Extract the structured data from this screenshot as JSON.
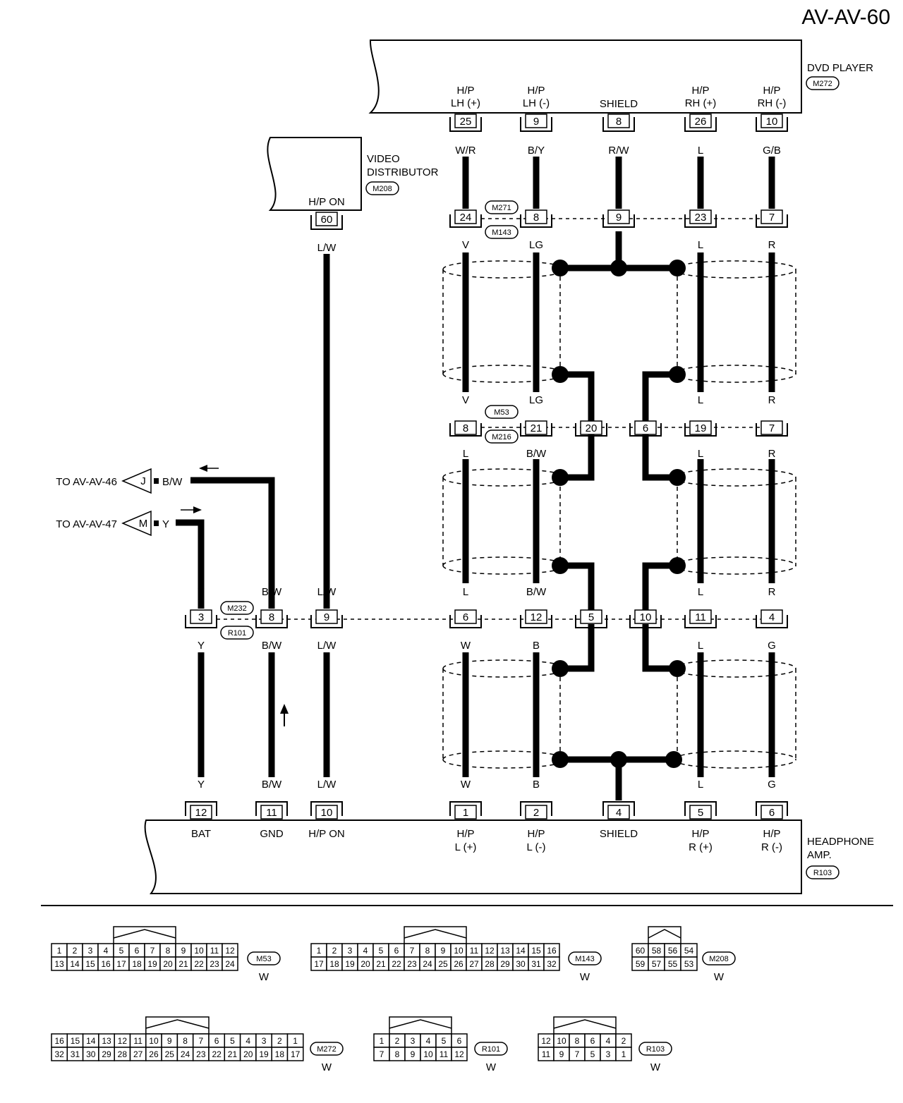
{
  "page_number": "AV-AV-60",
  "components": {
    "dvd_player": {
      "name": "DVD PLAYER",
      "connector": "M272"
    },
    "video_distributor": {
      "name_line1": "VIDEO",
      "name_line2": "DISTRIBUTOR",
      "connector": "M208",
      "pin_label": "H/P ON",
      "pin": "60"
    },
    "headphone_amp": {
      "name_line1": "HEADPHONE",
      "name_line2": "AMP.",
      "connector": "R103"
    }
  },
  "dvd_pins": [
    {
      "label1": "H/P",
      "label2": "LH (+)",
      "pin": "25",
      "wire": "W/R"
    },
    {
      "label1": "H/P",
      "label2": "LH (-)",
      "pin": "9",
      "wire": "B/Y"
    },
    {
      "label1": "",
      "label2": "SHIELD",
      "pin": "8",
      "wire": "R/W"
    },
    {
      "label1": "H/P",
      "label2": "RH (+)",
      "pin": "26",
      "wire": "L"
    },
    {
      "label1": "H/P",
      "label2": "RH (-)",
      "pin": "10",
      "wire": "G/B"
    }
  ],
  "vd_wire": "L/W",
  "j1": {
    "conn_top": "M271",
    "conn_bottom": "M143",
    "pins": [
      "24",
      "8",
      "9",
      "23",
      "7"
    ],
    "wires_below": [
      "V",
      "LG",
      "L",
      "R"
    ]
  },
  "j2": {
    "conn_top": "M53",
    "conn_bottom": "M216",
    "wires_above": [
      "V",
      "LG",
      "L",
      "R"
    ],
    "pins": [
      "8",
      "21",
      "20",
      "6",
      "19",
      "7"
    ],
    "wires_below": [
      "L",
      "B/W",
      "L",
      "R"
    ]
  },
  "j3": {
    "conn_top": "M232",
    "conn_bottom": "R101",
    "wires_above": [
      "Y",
      "B/W",
      "L/W",
      "L",
      "B/W",
      "L",
      "R"
    ],
    "pins": [
      "3",
      "8",
      "9",
      "6",
      "12",
      "5",
      "10",
      "11",
      "4"
    ],
    "wires_below": [
      "Y",
      "B/W",
      "L/W",
      "W",
      "B",
      "L",
      "G"
    ]
  },
  "amp_wires": [
    "Y",
    "B/W",
    "L/W",
    "W",
    "B",
    "L",
    "G"
  ],
  "amp_pins": [
    {
      "pin": "12",
      "label1": "BAT",
      "label2": ""
    },
    {
      "pin": "11",
      "label1": "GND",
      "label2": ""
    },
    {
      "pin": "10",
      "label1": "H/P ON",
      "label2": ""
    },
    {
      "pin": "1",
      "label1": "H/P",
      "label2": "L (+)"
    },
    {
      "pin": "2",
      "label1": "H/P",
      "label2": "L (-)"
    },
    {
      "pin": "4",
      "label1": "SHIELD",
      "label2": ""
    },
    {
      "pin": "5",
      "label1": "H/P",
      "label2": "R (+)"
    },
    {
      "pin": "6",
      "label1": "H/P",
      "label2": "R (-)"
    }
  ],
  "offpage": [
    {
      "text": "TO AV-AV-46",
      "letter": "J",
      "wire": "B/W"
    },
    {
      "text": "TO AV-AV-47",
      "letter": "M",
      "wire": "Y"
    }
  ],
  "connector_tables": [
    {
      "id": "M53",
      "color": "W",
      "rows": [
        [
          "1",
          "2",
          "3",
          "4",
          "5",
          "6",
          "7",
          "8",
          "9",
          "10",
          "11",
          "12"
        ],
        [
          "13",
          "14",
          "15",
          "16",
          "17",
          "18",
          "19",
          "20",
          "21",
          "22",
          "23",
          "24"
        ]
      ]
    },
    {
      "id": "M143",
      "color": "W",
      "rows": [
        [
          "1",
          "2",
          "3",
          "4",
          "5",
          "6",
          "7",
          "8",
          "9",
          "10",
          "11",
          "12",
          "13",
          "14",
          "15",
          "16"
        ],
        [
          "17",
          "18",
          "19",
          "20",
          "21",
          "22",
          "23",
          "24",
          "25",
          "26",
          "27",
          "28",
          "29",
          "30",
          "31",
          "32"
        ]
      ]
    },
    {
      "id": "M208",
      "color": "W",
      "rows": [
        [
          "60",
          "58",
          "56",
          "54"
        ],
        [
          "59",
          "57",
          "55",
          "53"
        ]
      ]
    },
    {
      "id": "M272",
      "color": "W",
      "rows": [
        [
          "16",
          "15",
          "14",
          "13",
          "12",
          "11",
          "10",
          "9",
          "8",
          "7",
          "6",
          "5",
          "4",
          "3",
          "2",
          "1"
        ],
        [
          "32",
          "31",
          "30",
          "29",
          "28",
          "27",
          "26",
          "25",
          "24",
          "23",
          "22",
          "21",
          "20",
          "19",
          "18",
          "17"
        ]
      ]
    },
    {
      "id": "R101",
      "color": "W",
      "rows": [
        [
          "1",
          "2",
          "3",
          "4",
          "5",
          "6"
        ],
        [
          "7",
          "8",
          "9",
          "10",
          "11",
          "12"
        ]
      ]
    },
    {
      "id": "R103",
      "color": "W",
      "rows": [
        [
          "12",
          "10",
          "8",
          "6",
          "4",
          "2"
        ],
        [
          "11",
          "9",
          "7",
          "5",
          "3",
          "1"
        ]
      ]
    }
  ]
}
